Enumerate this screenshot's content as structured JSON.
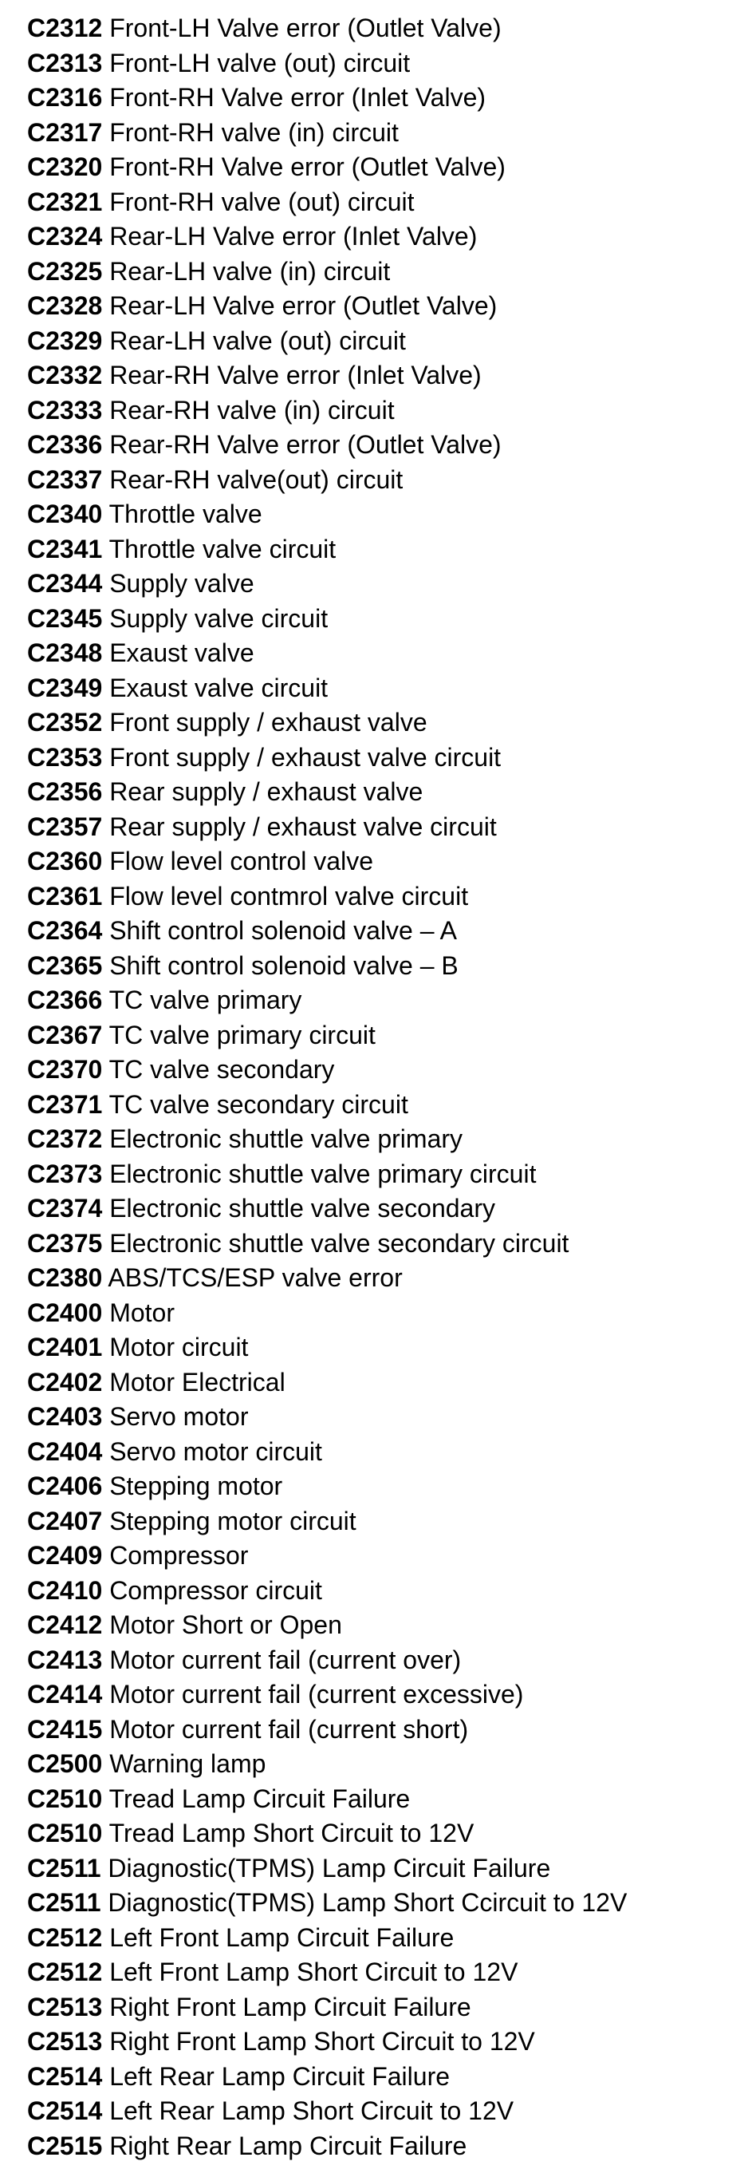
{
  "entries": [
    {
      "code": "C2312",
      "description": "Front-LH Valve error (Outlet Valve)"
    },
    {
      "code": "C2313",
      "description": "Front-LH valve (out) circuit"
    },
    {
      "code": "C2316",
      "description": "Front-RH Valve error (Inlet Valve)"
    },
    {
      "code": "C2317",
      "description": "Front-RH valve (in) circuit"
    },
    {
      "code": "C2320",
      "description": "Front-RH Valve error (Outlet Valve)"
    },
    {
      "code": "C2321",
      "description": "Front-RH valve (out) circuit"
    },
    {
      "code": "C2324",
      "description": "Rear-LH Valve error (Inlet Valve)"
    },
    {
      "code": "C2325",
      "description": "Rear-LH valve (in) circuit"
    },
    {
      "code": "C2328",
      "description": "Rear-LH Valve error (Outlet Valve)"
    },
    {
      "code": "C2329",
      "description": "Rear-LH valve (out) circuit"
    },
    {
      "code": "C2332",
      "description": "Rear-RH Valve error (Inlet Valve)"
    },
    {
      "code": "C2333",
      "description": "Rear-RH valve (in) circuit"
    },
    {
      "code": "C2336",
      "description": "Rear-RH Valve error (Outlet Valve)"
    },
    {
      "code": "C2337",
      "description": "Rear-RH valve(out) circuit"
    },
    {
      "code": "C2340",
      "description": "Throttle valve"
    },
    {
      "code": "C2341",
      "description": "Throttle valve circuit"
    },
    {
      "code": "C2344",
      "description": "Supply valve"
    },
    {
      "code": "C2345",
      "description": "Supply valve circuit"
    },
    {
      "code": "C2348",
      "description": "Exaust valve"
    },
    {
      "code": "C2349",
      "description": "Exaust valve circuit"
    },
    {
      "code": "C2352",
      "description": "Front supply / exhaust valve"
    },
    {
      "code": "C2353",
      "description": "Front supply / exhaust valve circuit"
    },
    {
      "code": "C2356",
      "description": "Rear supply / exhaust valve"
    },
    {
      "code": "C2357",
      "description": "Rear supply / exhaust valve circuit"
    },
    {
      "code": "C2360",
      "description": "Flow level control valve"
    },
    {
      "code": "C2361",
      "description": "Flow level contmrol valve circuit"
    },
    {
      "code": "C2364",
      "description": "Shift control solenoid valve – A"
    },
    {
      "code": "C2365",
      "description": "Shift control solenoid valve – B"
    },
    {
      "code": "C2366",
      "description": "TC valve primary"
    },
    {
      "code": "C2367",
      "description": "TC valve primary circuit"
    },
    {
      "code": "C2370",
      "description": "TC valve secondary"
    },
    {
      "code": "C2371",
      "description": "TC valve secondary circuit"
    },
    {
      "code": "C2372",
      "description": "Electronic shuttle valve primary"
    },
    {
      "code": "C2373",
      "description": "Electronic shuttle valve primary circuit"
    },
    {
      "code": "C2374",
      "description": "Electronic shuttle valve secondary"
    },
    {
      "code": "C2375",
      "description": "Electronic shuttle valve secondary circuit"
    },
    {
      "code": "C2380",
      "description": "ABS/TCS/ESP valve error"
    },
    {
      "code": "C2400",
      "description": "Motor"
    },
    {
      "code": "C2401",
      "description": "Motor circuit"
    },
    {
      "code": "C2402",
      "description": "Motor Electrical"
    },
    {
      "code": "C2403",
      "description": "Servo motor"
    },
    {
      "code": "C2404",
      "description": "Servo motor circuit"
    },
    {
      "code": "C2406",
      "description": "Stepping motor"
    },
    {
      "code": "C2407",
      "description": "Stepping motor circuit"
    },
    {
      "code": "C2409",
      "description": "Compressor"
    },
    {
      "code": "C2410",
      "description": "Compressor circuit"
    },
    {
      "code": "C2412",
      "description": "Motor Short or Open"
    },
    {
      "code": "C2413",
      "description": "Motor current fail (current over)"
    },
    {
      "code": "C2414",
      "description": "Motor current fail (current excessive)"
    },
    {
      "code": "C2415",
      "description": "Motor current fail (current short)"
    },
    {
      "code": "C2500",
      "description": "Warning lamp"
    },
    {
      "code": "C2510",
      "description": "Tread Lamp Circuit Failure"
    },
    {
      "code": "C2510",
      "description": "Tread Lamp Short Circuit to 12V"
    },
    {
      "code": "C2511",
      "description": "Diagnostic(TPMS) Lamp Circuit Failure"
    },
    {
      "code": "C2511",
      "description": "Diagnostic(TPMS) Lamp Short Ccircuit to 12V"
    },
    {
      "code": "C2512",
      "description": "Left Front Lamp Circuit Failure"
    },
    {
      "code": "C2512",
      "description": "Left Front Lamp Short Circuit to 12V"
    },
    {
      "code": "C2513",
      "description": "Right Front Lamp Circuit Failure"
    },
    {
      "code": "C2513",
      "description": "Right Front Lamp Short Circuit to 12V"
    },
    {
      "code": "C2514",
      "description": "Left Rear Lamp Circuit Failure"
    },
    {
      "code": "C2514",
      "description": "Left Rear Lamp Short Circuit to 12V"
    },
    {
      "code": "C2515",
      "description": "Right Rear Lamp Circuit Failure"
    }
  ]
}
